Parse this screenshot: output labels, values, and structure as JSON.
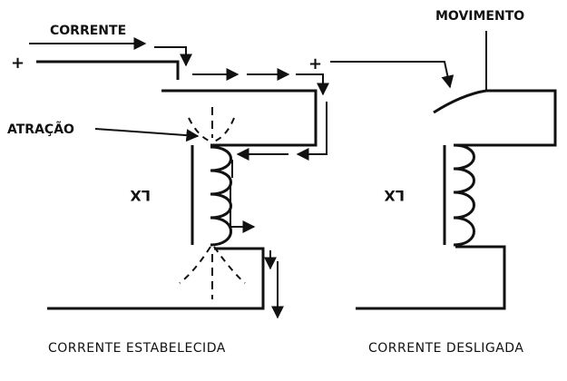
{
  "left_panel": {
    "current_label": "CORRENTE",
    "plus_sign": "+",
    "attraction_label": "ATRAÇÃO",
    "coil_label": "LX",
    "caption": "CORRENTE ESTABELECIDA"
  },
  "right_panel": {
    "motion_label": "MOVIMENTO",
    "plus_sign": "+",
    "coil_label": "LX",
    "caption": "CORRENTE DESLIGADA"
  },
  "colors": {
    "ink": "#111111",
    "paper": "#ffffff"
  }
}
